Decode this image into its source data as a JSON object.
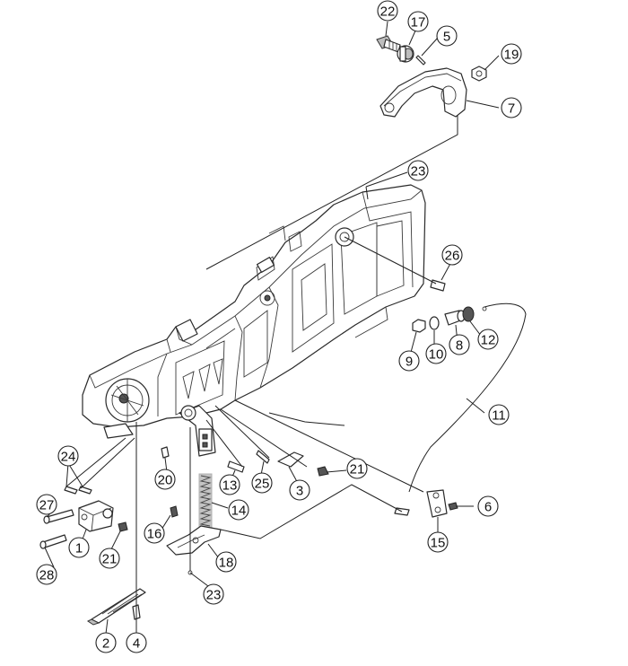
{
  "callouts": [
    {
      "id": "c22a",
      "label": "22"
    },
    {
      "id": "c17",
      "label": "17"
    },
    {
      "id": "c5",
      "label": "5"
    },
    {
      "id": "c19",
      "label": "19"
    },
    {
      "id": "c7",
      "label": "7"
    },
    {
      "id": "c23a",
      "label": "23"
    },
    {
      "id": "c26",
      "label": "26"
    },
    {
      "id": "c12",
      "label": "12"
    },
    {
      "id": "c8",
      "label": "8"
    },
    {
      "id": "c10",
      "label": "10"
    },
    {
      "id": "c9",
      "label": "9"
    },
    {
      "id": "c11",
      "label": "11"
    },
    {
      "id": "c24",
      "label": "24"
    },
    {
      "id": "c20",
      "label": "20"
    },
    {
      "id": "c13",
      "label": "13"
    },
    {
      "id": "c25",
      "label": "25"
    },
    {
      "id": "c3",
      "label": "3"
    },
    {
      "id": "c21a",
      "label": "21"
    },
    {
      "id": "c6",
      "label": "6"
    },
    {
      "id": "c15",
      "label": "15"
    },
    {
      "id": "c27",
      "label": "27"
    },
    {
      "id": "c1",
      "label": "1"
    },
    {
      "id": "c21b",
      "label": "21"
    },
    {
      "id": "c28",
      "label": "28"
    },
    {
      "id": "c16",
      "label": "16"
    },
    {
      "id": "c14",
      "label": "14"
    },
    {
      "id": "c18",
      "label": "18"
    },
    {
      "id": "c23b",
      "label": "23"
    },
    {
      "id": "c2",
      "label": "2"
    },
    {
      "id": "c4",
      "label": "4"
    }
  ]
}
